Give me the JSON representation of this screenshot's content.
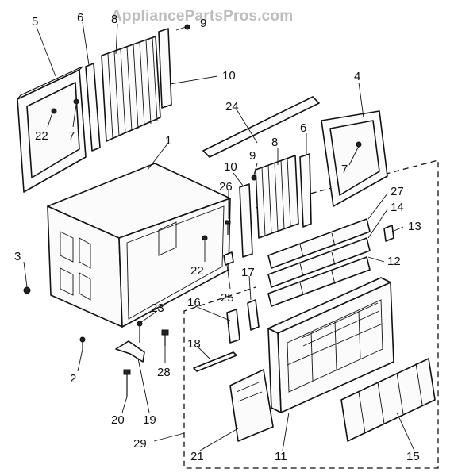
{
  "watermark": "AppliancePartsPros.com",
  "callouts": [
    "1",
    "2",
    "3",
    "4",
    "5",
    "6",
    "6",
    "7",
    "7",
    "8",
    "8",
    "9",
    "9",
    "10",
    "10",
    "11",
    "12",
    "13",
    "14",
    "15",
    "16",
    "17",
    "18",
    "19",
    "20",
    "21",
    "22",
    "22",
    "23",
    "24",
    "25",
    "26",
    "27",
    "28",
    "29"
  ]
}
